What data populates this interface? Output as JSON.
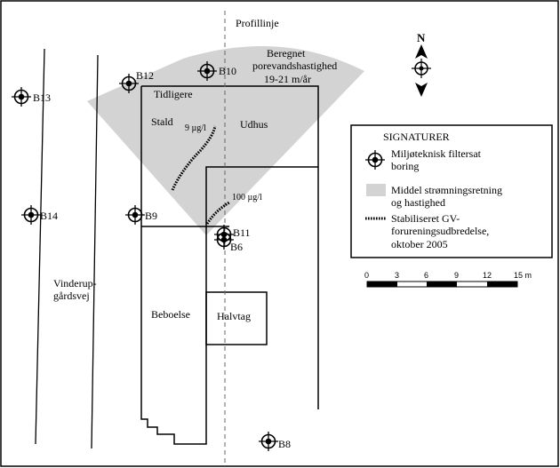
{
  "profile_label": "Profillinje",
  "flow_label_lines": [
    "Beregnet",
    "porevandshastighed",
    "19-21 m/år"
  ],
  "north_label": "N",
  "road_label_lines": [
    "Vinderup-",
    "gårdsvej"
  ],
  "buildings": {
    "tidligere": "Tidligere",
    "stald": "Stald",
    "udhus": "Udhus",
    "beboelse": "Beboelse",
    "halvtag": "Halvtag"
  },
  "contours": {
    "c9": "9 µg/l",
    "c100": "100 µg/l"
  },
  "borings": [
    {
      "id": "B13",
      "label": "B13"
    },
    {
      "id": "B12",
      "label": "B12"
    },
    {
      "id": "B10",
      "label": "B10"
    },
    {
      "id": "B14",
      "label": "B14"
    },
    {
      "id": "B9",
      "label": "B9"
    },
    {
      "id": "B11",
      "label": "B11"
    },
    {
      "id": "B6",
      "label": "B6"
    },
    {
      "id": "B8",
      "label": "B8"
    }
  ],
  "legend": {
    "title": "SIGNATURER",
    "boring_lines": [
      "Miljøteknisk filtersat",
      "boring"
    ],
    "flow_lines": [
      "Middel strømningsretning",
      "og hastighed"
    ],
    "plume_lines": [
      "Stabiliseret GV-",
      "forureningsudbredelse,",
      "oktober 2005"
    ]
  },
  "scale": {
    "ticks": [
      "0",
      "3",
      "6",
      "9",
      "12",
      "15 m"
    ]
  },
  "colors": {
    "flow_zone": "#d3d3d3",
    "ink": "#000000"
  }
}
